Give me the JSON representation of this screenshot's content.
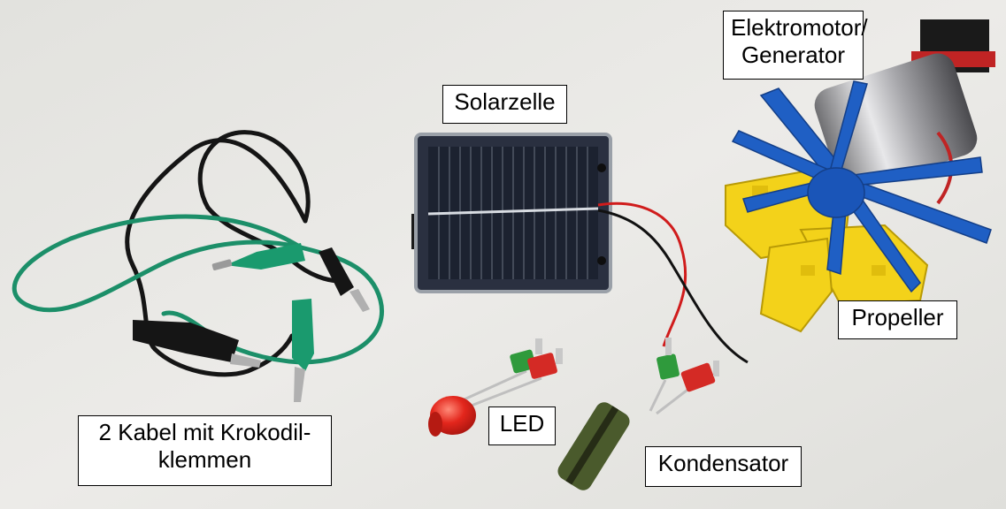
{
  "labels": {
    "motor": [
      "Elektromotor/",
      "Generator"
    ],
    "solar": "Solarzelle",
    "propeller": "Propeller",
    "led": "LED",
    "capacitor": "Kondensator",
    "cables": [
      "2 Kabel mit Krokodil-",
      "klemmen"
    ]
  },
  "colors": {
    "table": "#e6e6e3",
    "propeller_blue": "#1f5fc4",
    "block_yellow": "#f3d21a",
    "clip_green": "#1a9a6e",
    "plug_red": "#d42a25",
    "plug_green": "#2f9a3c",
    "led_red": "#e3261c",
    "panel_dark": "#1c2230",
    "capacitor_green": "#4a5a2c"
  }
}
